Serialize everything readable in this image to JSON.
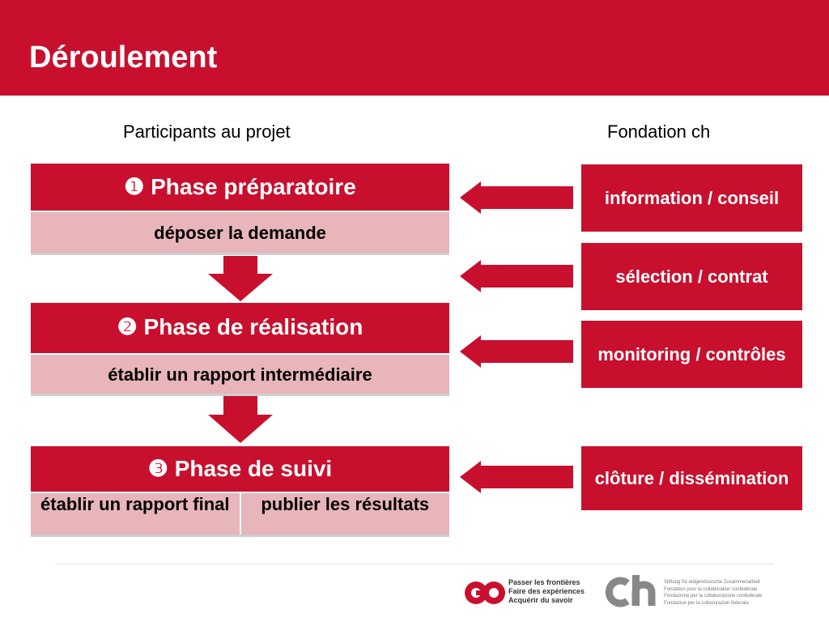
{
  "title": "Déroulement",
  "columns": {
    "left": "Participants au projet",
    "right": "Fondation ch"
  },
  "phases": [
    {
      "label": "❶ Phase préparatoire",
      "tasks": [
        "déposer la demande"
      ]
    },
    {
      "label": "❷ Phase de réalisation",
      "tasks": [
        "établir un rapport intermédiaire"
      ]
    },
    {
      "label": "❸ Phase de suivi",
      "tasks": [
        "établir un rapport final",
        "publier les résultats"
      ]
    }
  ],
  "foundation_steps": [
    "information / conseil",
    "sélection / contrat",
    "monitoring / contrôles",
    "clôture / dissémination"
  ],
  "footer": {
    "go_logo_text": [
      "Passer les frontières",
      "Faire des expériences",
      "Acquérir du savoir"
    ],
    "ch_logo_text": [
      "Stiftung für eidgenössische Zusammenarbeit",
      "Fondation pour la collaboration confédérale",
      "Fondazione per la collaborazione confederale",
      "Fundaziun per la collavuraziun federala"
    ]
  },
  "colors": {
    "brand_red": "#c8102e",
    "task_pink": "#e7b5ba"
  }
}
